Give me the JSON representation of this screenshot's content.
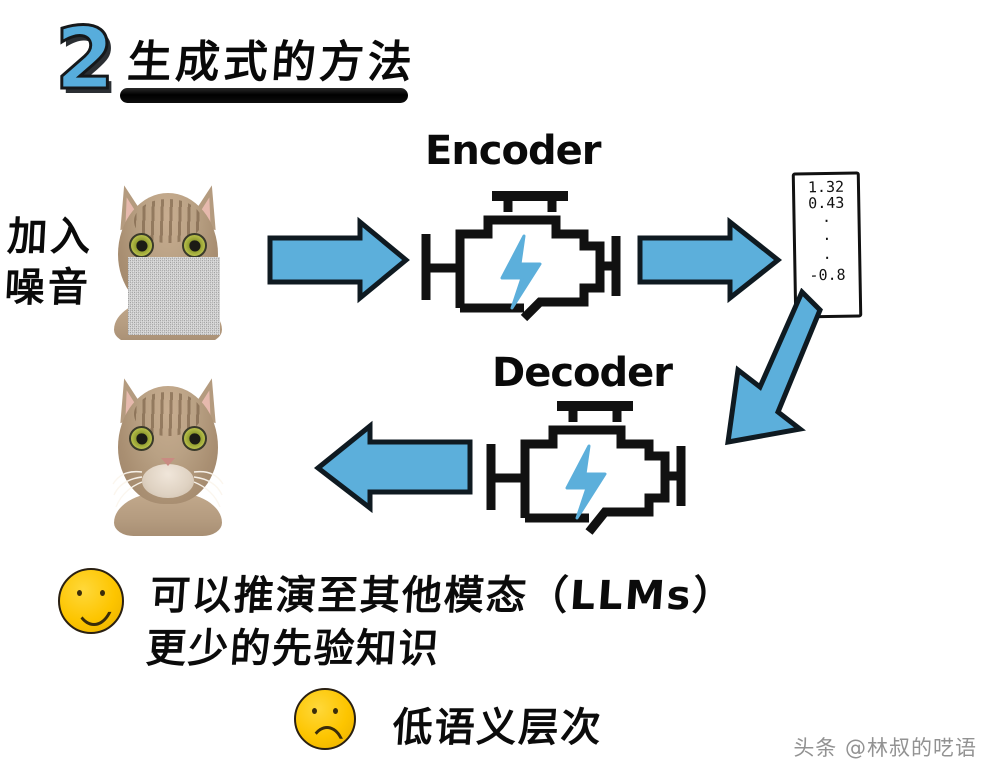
{
  "title": {
    "number": "2",
    "text": "生成式的方法"
  },
  "left_label": "加入\n噪音",
  "diagram": {
    "encoder_label": "Encoder",
    "decoder_label": "Decoder",
    "encoder_icon": "engine-icon",
    "decoder_icon": "engine-icon",
    "bolt_icon": "lightning-bolt-icon",
    "noisy_image_name": "noisy-cat-image",
    "reconstructed_image_name": "reconstructed-cat-image",
    "arrows": [
      {
        "name": "arrow-input-to-encoder",
        "direction": "right"
      },
      {
        "name": "arrow-encoder-to-latent",
        "direction": "right"
      },
      {
        "name": "arrow-latent-to-decoder",
        "direction": "down-left"
      },
      {
        "name": "arrow-decoder-to-output",
        "direction": "left"
      }
    ],
    "latent_vector": {
      "name": "latent-vector-box",
      "values": [
        "1.32",
        "0.43",
        "·",
        "·",
        "·",
        "-0.8"
      ]
    }
  },
  "bullets": [
    {
      "face": "smiley-face-icon",
      "sentiment": "positive",
      "lines": [
        "可以推演至其他模态（LLMs）",
        "更少的先验知识"
      ]
    },
    {
      "face": "sad-face-icon",
      "sentiment": "negative",
      "lines": [
        "低语义层次"
      ]
    }
  ],
  "watermark": "头条 @林叔的呓语",
  "colors": {
    "accent_blue": "#57ADDC",
    "arrow_blue": "#5CAFDB",
    "outline_black": "#111111",
    "face_yellow": "#FDC500",
    "noise_grey": "#9A9A9A"
  }
}
